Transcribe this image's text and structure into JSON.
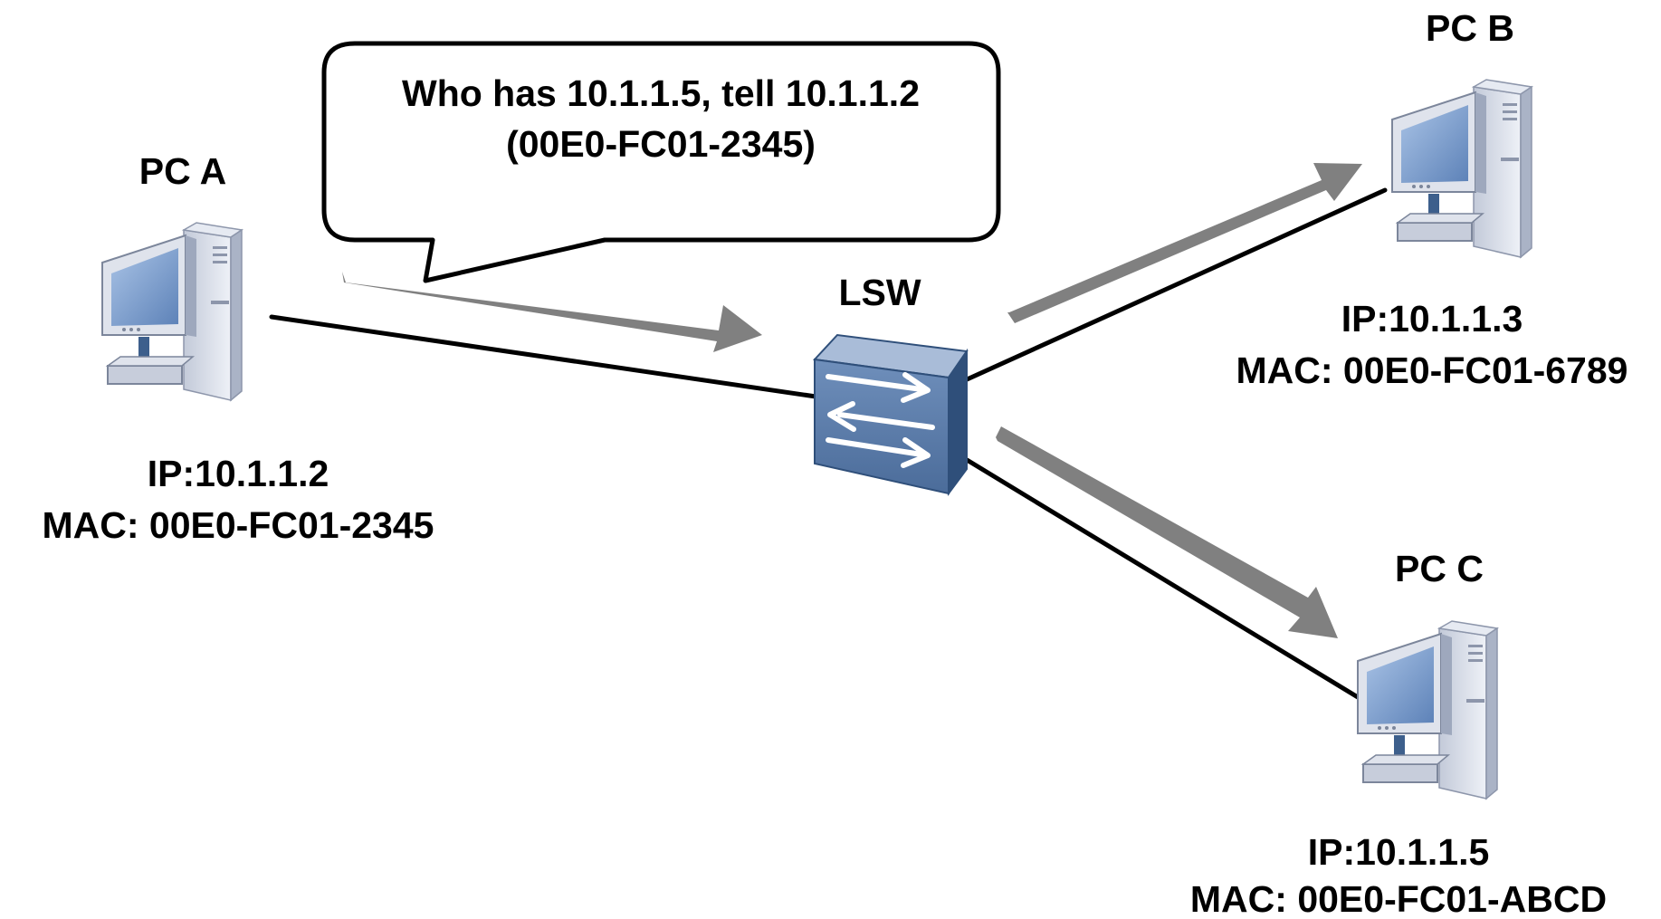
{
  "bubble": {
    "line1": "Who has 10.1.1.5,  tell 10.1.1.2",
    "line2": "(00E0-FC01-2345)"
  },
  "switch": {
    "label": "LSW",
    "icon": "switch-icon"
  },
  "pcs": {
    "a": {
      "name": "PC A",
      "ip": "IP:10.1.1.2",
      "mac": "MAC: 00E0-FC01-2345",
      "icon": "computer-icon"
    },
    "b": {
      "name": "PC B",
      "ip": "IP:10.1.1.3",
      "mac": "MAC: 00E0-FC01-6789",
      "icon": "computer-icon"
    },
    "c": {
      "name": "PC C",
      "ip": "IP:10.1.1.5",
      "mac": "MAC: 00E0-FC01-ABCD",
      "icon": "computer-icon"
    }
  },
  "colors": {
    "link": "#000000",
    "arrow": "#808080",
    "switch_body": "#5a7aa6",
    "switch_dark": "#2f4f7a",
    "pc_body": "#d4d9e6",
    "pc_screen": "#6f93c7"
  }
}
